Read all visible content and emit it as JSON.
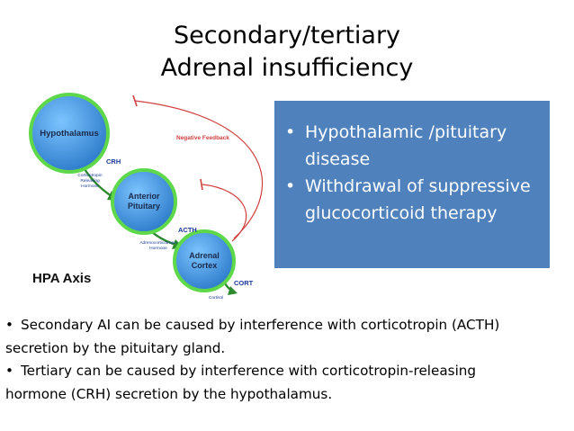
{
  "title": {
    "line1": "Secondary/tertiary",
    "line2": "Adrenal insufficiency"
  },
  "diagram": {
    "hypothalamus": "Hypothalamus",
    "crh": "CRH",
    "crh_full_1": "Corticotropin",
    "crh_full_2": "Releasing",
    "crh_full_3": "Hormone",
    "anterior_1": "Anterior",
    "anterior_2": "Pituitary",
    "acth": "ACTH",
    "acth_full_1": "Adrenocorticotropic",
    "acth_full_2": "Hormone",
    "adrenal_1": "Adrenal",
    "adrenal_2": "Cortex",
    "cort": "CORT",
    "cortisol": "Cortisol",
    "negative_feedback": "Negative Feedback",
    "hpa_axis": "HPA Axis",
    "colors": {
      "node_fill": "#3d8fdc",
      "node_ring": "#5ed84a",
      "arrow": "#2e8a2e",
      "feedback": "#d04040",
      "label": "#1a3a99"
    }
  },
  "info_box": {
    "items": [
      "Hypothalamic /pituitary disease",
      "Withdrawal of suppressive glucocorticoid therapy"
    ],
    "bullet": "•",
    "color": "#4f81bd"
  },
  "notes": {
    "bullet": "•",
    "line1": "Secondary AI can be caused by interference with corticotropin (ACTH)",
    "line2": "secretion by the pituitary gland.",
    "line3": "Tertiary can be caused by  interference with corticotropin-releasing",
    "line4": "hormone (CRH) secretion by the hypothalamus."
  }
}
